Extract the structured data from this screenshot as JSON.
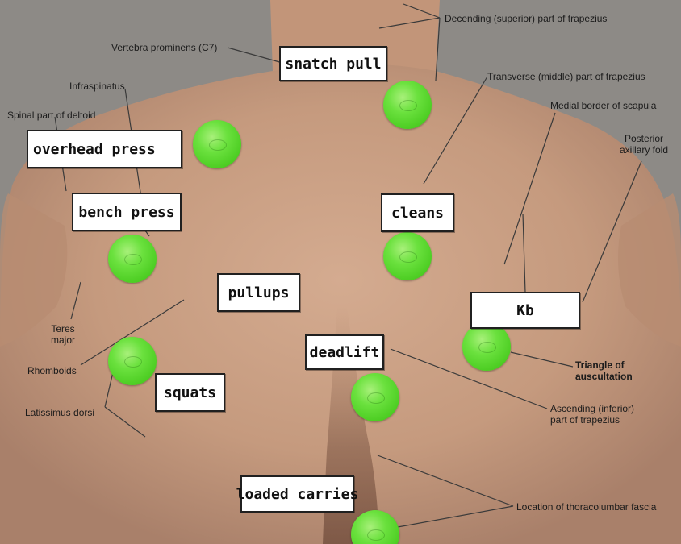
{
  "anatomy_labels": {
    "descending_trapezius": "Decending (superior) part of trapezius",
    "vertebra_prominens": "Vertebra prominens (C7)",
    "transverse_trapezius": "Transverse (middle) part of trapezius",
    "infraspinatus": "Infraspinatus",
    "medial_border_scapula": "Medial border of scapula",
    "spinal_deltoid": "Spinal part of deltoid",
    "posterior_axillary_fold_1": "Posterior",
    "posterior_axillary_fold_2": "axillary fold",
    "teres_major_1": "Teres",
    "teres_major_2": "major",
    "rhomboids": "Rhomboids",
    "triangle_1": "Triangle of",
    "triangle_2": "auscultation",
    "latissimus_dorsi": "Latissimus dorsi",
    "ascending_trapezius_1": "Ascending (inferior)",
    "ascending_trapezius_2": "part of trapezius",
    "thoracolumbar_fascia": "Location of thoracolumbar fascia"
  },
  "exercise_labels": {
    "snatch_pull": "snatch pull",
    "overhead_press": "overhead press",
    "bench_press": "bench press",
    "cleans": "cleans",
    "pullups": "pullups",
    "kb": "Kb",
    "deadlift": "deadlift",
    "squats": "squats",
    "loaded_carries": "loaded carries"
  },
  "colors": {
    "background": "#8d8a86",
    "skin": "#c79c80",
    "ball_green": "#5bd92e",
    "label_box": "#ffffff"
  }
}
